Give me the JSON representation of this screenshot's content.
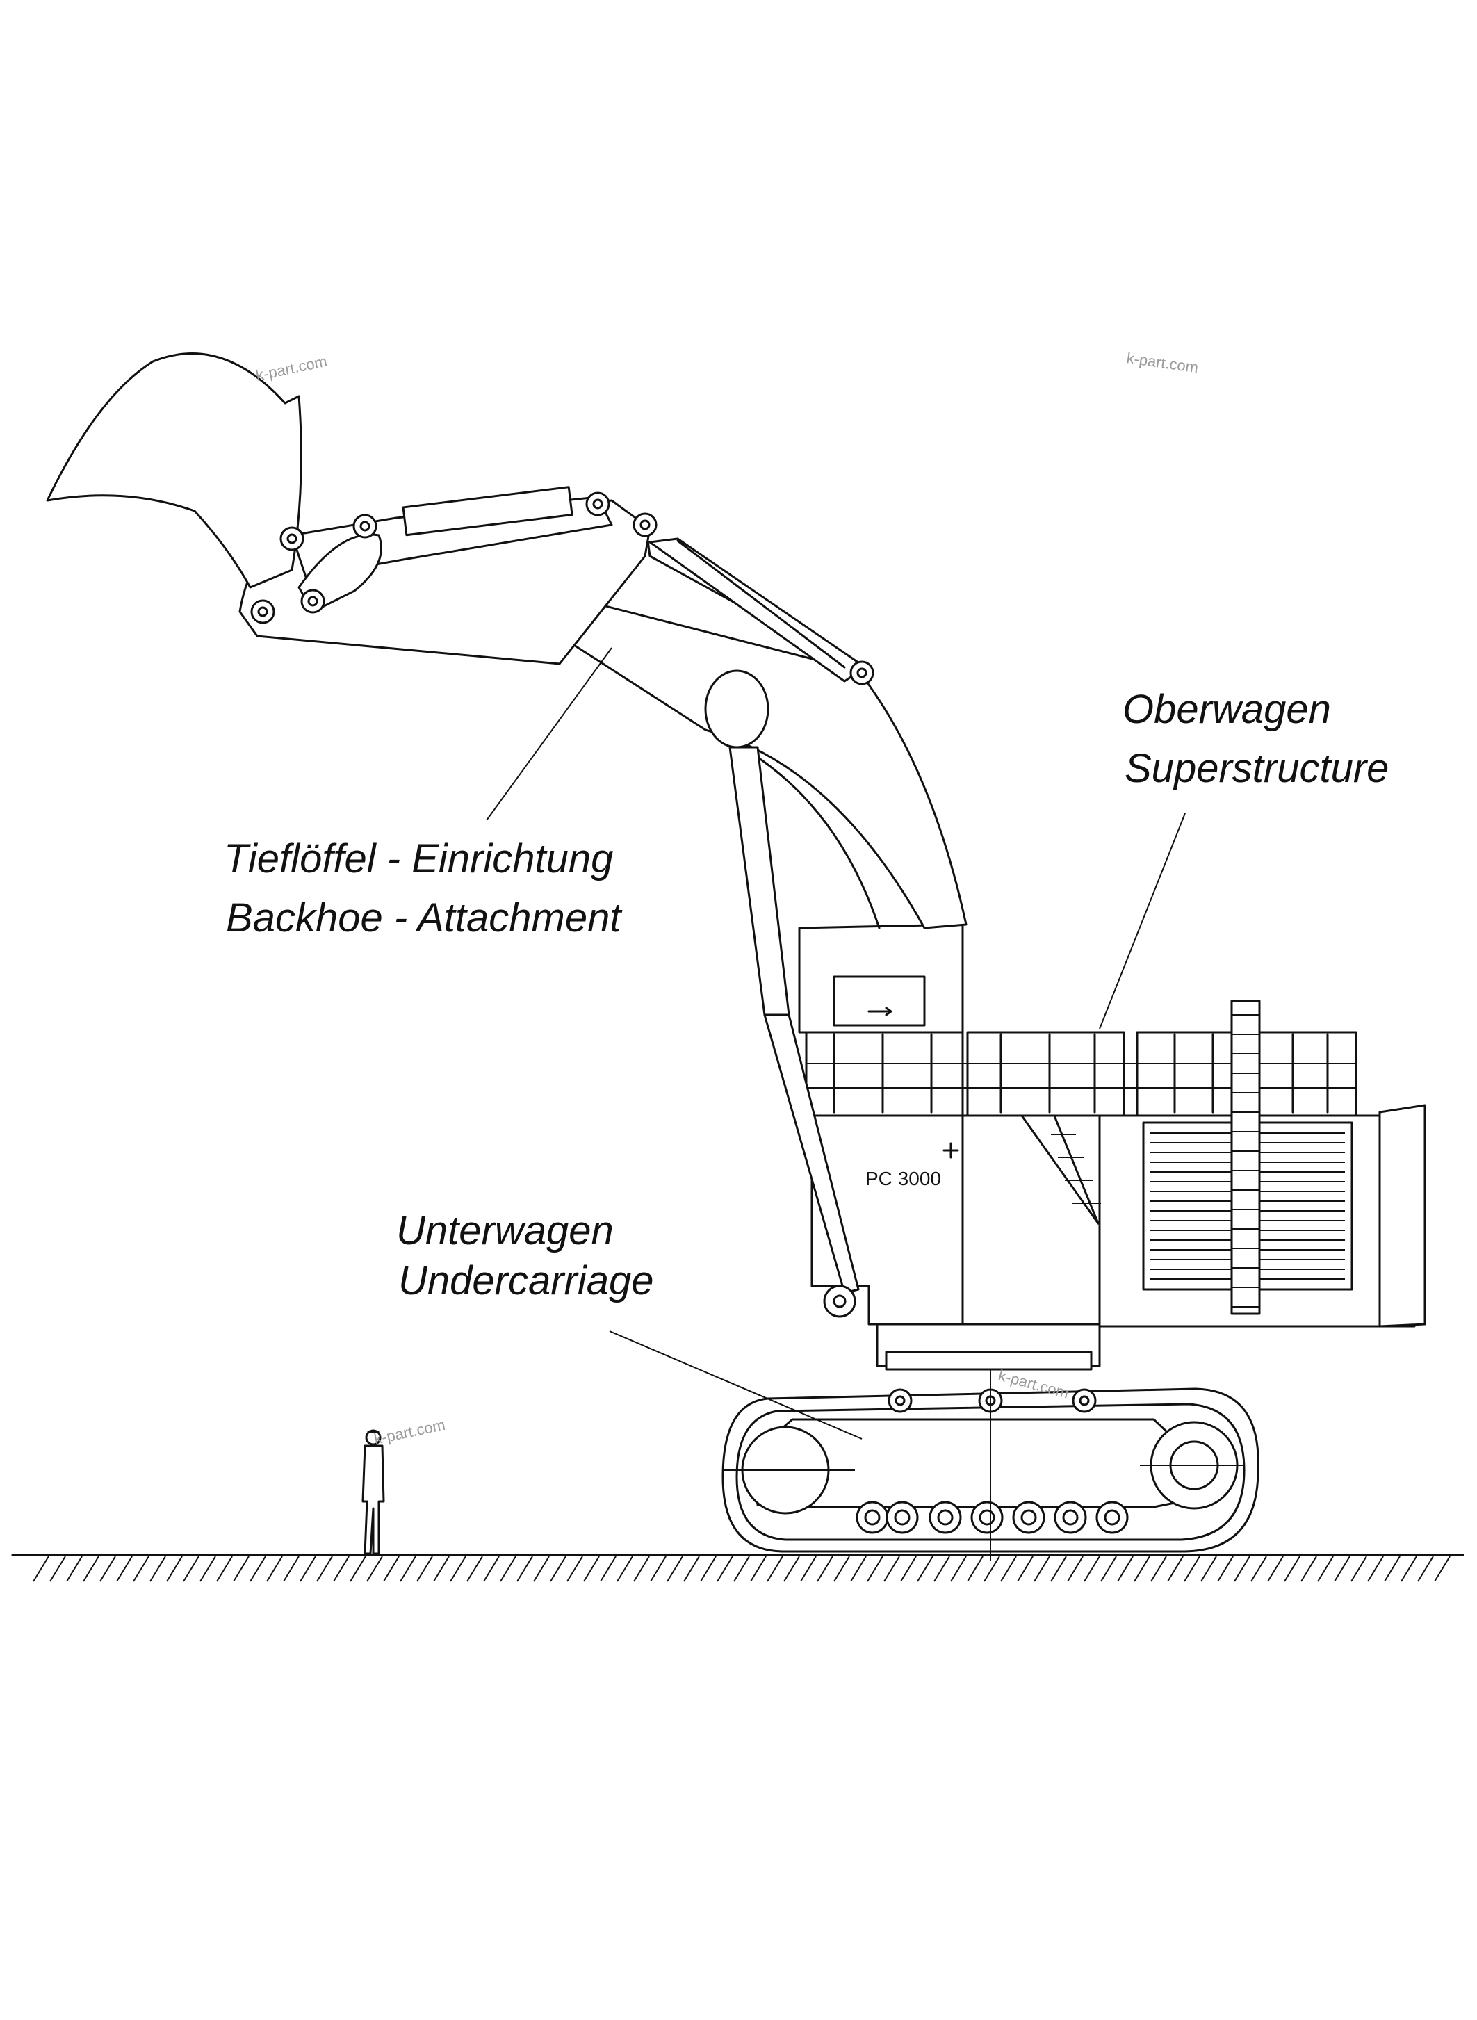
{
  "labels": {
    "attachment_de": "Tieflöffel - Einrichtung",
    "attachment_en": "Backhoe - Attachment",
    "superstructure_de": "Oberwagen",
    "superstructure_en": "Superstructure",
    "undercarriage_de": "Unterwagen",
    "undercarriage_en": "Undercarriage"
  },
  "machine": {
    "model": "PC 3000"
  },
  "watermarks": [
    "k-part.com",
    "k-part.com",
    "k-part.com",
    "k-part.com"
  ]
}
